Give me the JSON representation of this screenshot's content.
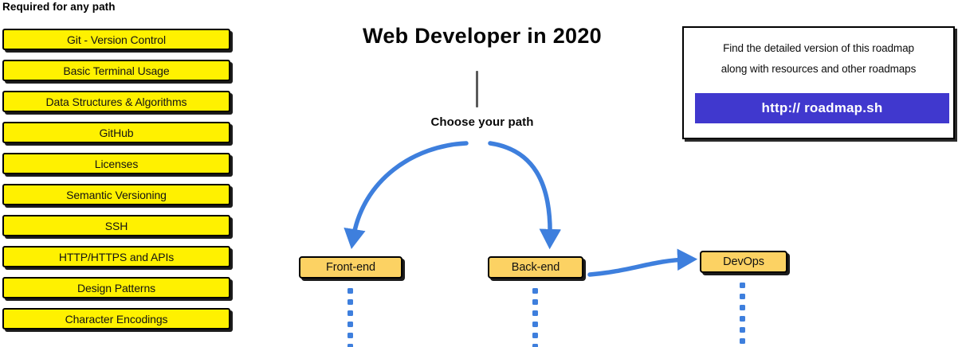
{
  "diagram": {
    "title": "Web Developer in 2020",
    "choose_label": "Choose your path"
  },
  "required_section": {
    "heading": "Required for any path",
    "items": [
      {
        "label": "Git - Version Control"
      },
      {
        "label": "Basic Terminal Usage"
      },
      {
        "label": "Data Structures & Algorithms"
      },
      {
        "label": "GitHub"
      },
      {
        "label": "Licenses"
      },
      {
        "label": "Semantic Versioning"
      },
      {
        "label": "SSH"
      },
      {
        "label": "HTTP/HTTPS and APIs"
      },
      {
        "label": "Design Patterns"
      },
      {
        "label": "Character Encodings"
      }
    ]
  },
  "paths": [
    {
      "label": "Front-end"
    },
    {
      "label": "Back-end"
    },
    {
      "label": "DevOps"
    }
  ],
  "info_box": {
    "line1": "Find the detailed version of this roadmap",
    "line2": "along with resources and other roadmaps",
    "button_label": "http:// roadmap.sh"
  },
  "colors": {
    "required_box_fill": "#FFF100",
    "path_box_fill": "#FCD263",
    "arrow_blue": "#3E7FDD",
    "button_blue": "#4038CE",
    "outline": "#000000",
    "stem_gray": "#5A5A5A"
  }
}
